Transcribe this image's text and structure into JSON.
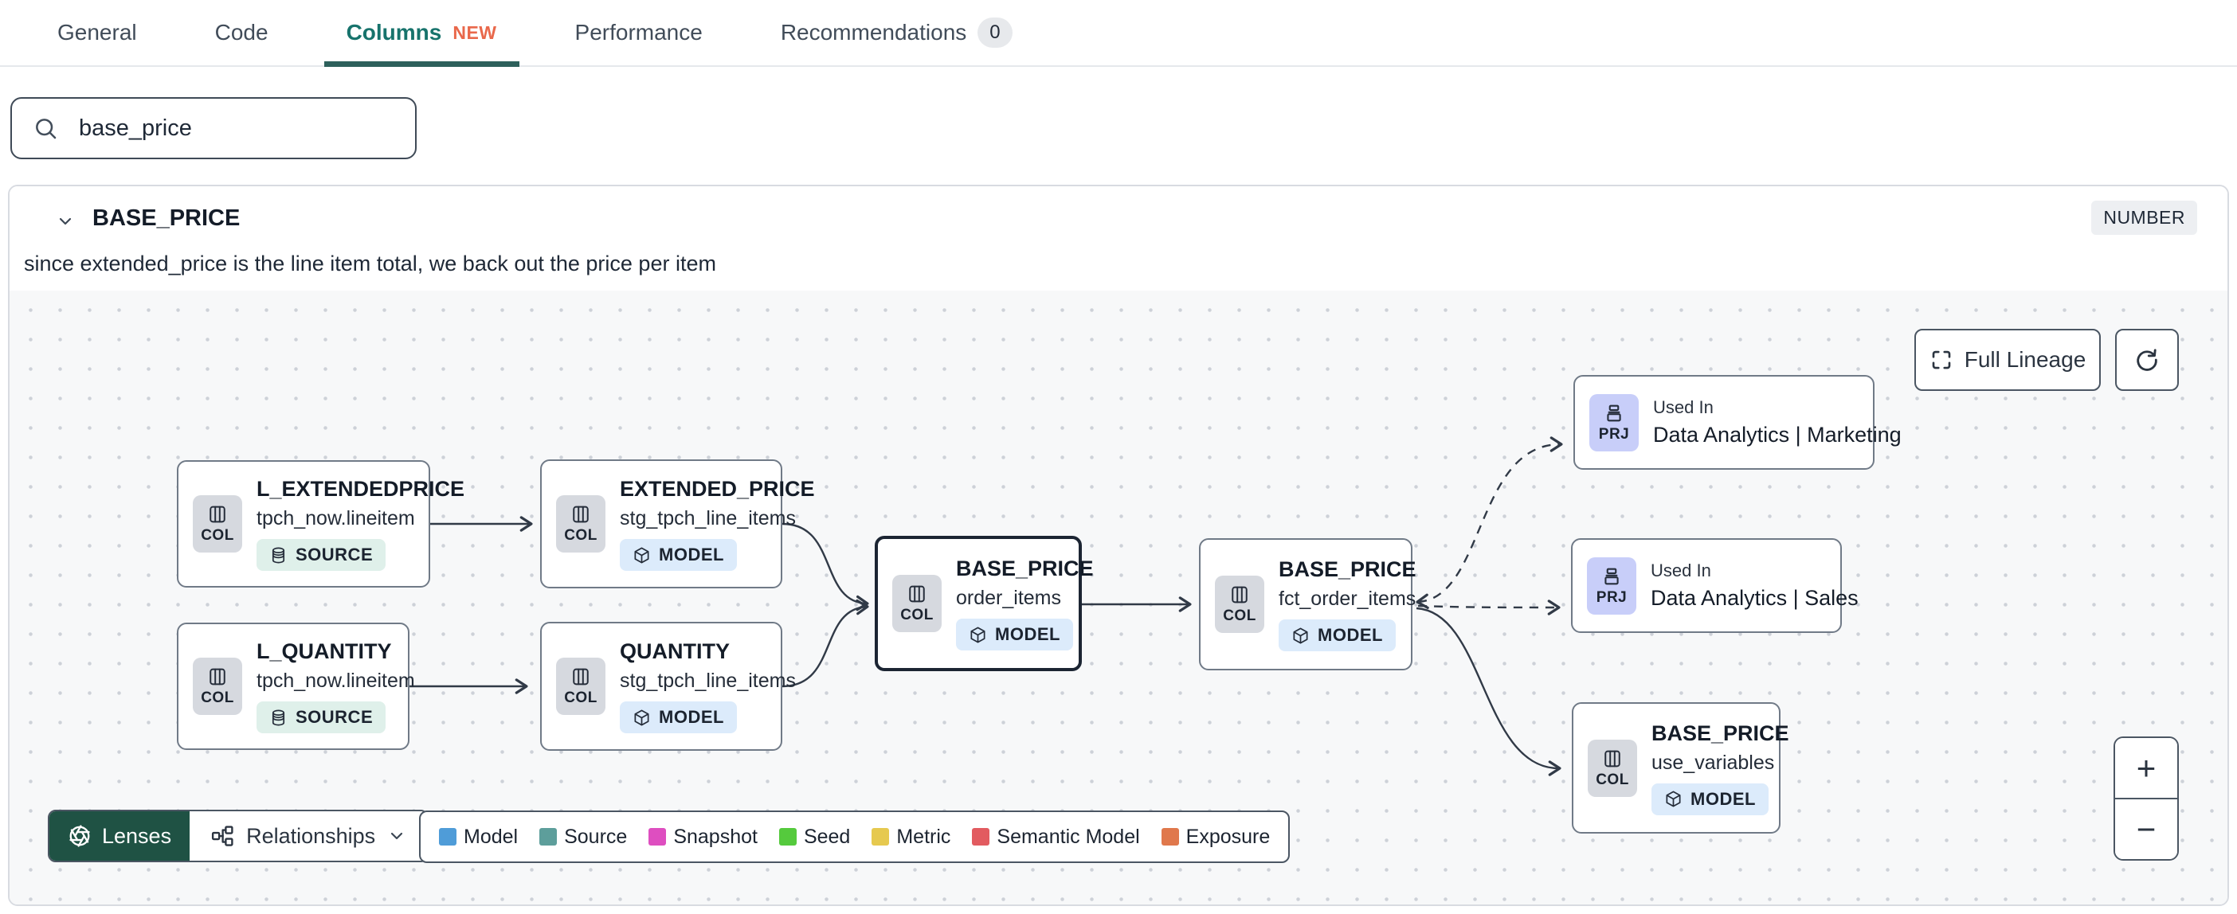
{
  "tabs": {
    "items": [
      {
        "label": "General"
      },
      {
        "label": "Code"
      },
      {
        "label": "Columns",
        "badge": "NEW"
      },
      {
        "label": "Performance"
      },
      {
        "label": "Recommendations",
        "count": "0"
      }
    ]
  },
  "search": {
    "value": "base_price"
  },
  "column_panel": {
    "name": "BASE_PRICE",
    "type": "NUMBER",
    "description": "since extended_price is the line item total, we back out the price per item"
  },
  "lineage": {
    "nodes": [
      {
        "tile": "COL",
        "title": "L_EXTENDEDPRICE",
        "subtitle": "tpch_now.lineitem",
        "badge": "SOURCE"
      },
      {
        "tile": "COL",
        "title": "L_QUANTITY",
        "subtitle": "tpch_now.lineitem",
        "badge": "SOURCE"
      },
      {
        "tile": "COL",
        "title": "EXTENDED_PRICE",
        "subtitle": "stg_tpch_line_items",
        "badge": "MODEL"
      },
      {
        "tile": "COL",
        "title": "QUANTITY",
        "subtitle": "stg_tpch_line_items",
        "badge": "MODEL"
      },
      {
        "tile": "COL",
        "title": "BASE_PRICE",
        "subtitle": "order_items",
        "badge": "MODEL"
      },
      {
        "tile": "COL",
        "title": "BASE_PRICE",
        "subtitle": "fct_order_items",
        "badge": "MODEL"
      },
      {
        "tile": "PRJ",
        "pre": "Used In",
        "title": "Data Analytics | Marketing"
      },
      {
        "tile": "PRJ",
        "pre": "Used In",
        "title": "Data Analytics | Sales"
      },
      {
        "tile": "COL",
        "title": "BASE_PRICE",
        "subtitle": "use_variables",
        "badge": "MODEL"
      }
    ],
    "controls": {
      "full_lineage": "Full Lineage",
      "lenses": "Lenses",
      "relationships": "Relationships",
      "zoom_in": "+",
      "zoom_out": "−"
    },
    "legend": [
      {
        "label": "Model",
        "color": "#4f9cd8"
      },
      {
        "label": "Source",
        "color": "#5d9e9b"
      },
      {
        "label": "Snapshot",
        "color": "#de4ec0"
      },
      {
        "label": "Seed",
        "color": "#55ca3d"
      },
      {
        "label": "Metric",
        "color": "#e6c94f"
      },
      {
        "label": "Semantic Model",
        "color": "#e25b60"
      },
      {
        "label": "Exposure",
        "color": "#e0784c"
      }
    ]
  }
}
